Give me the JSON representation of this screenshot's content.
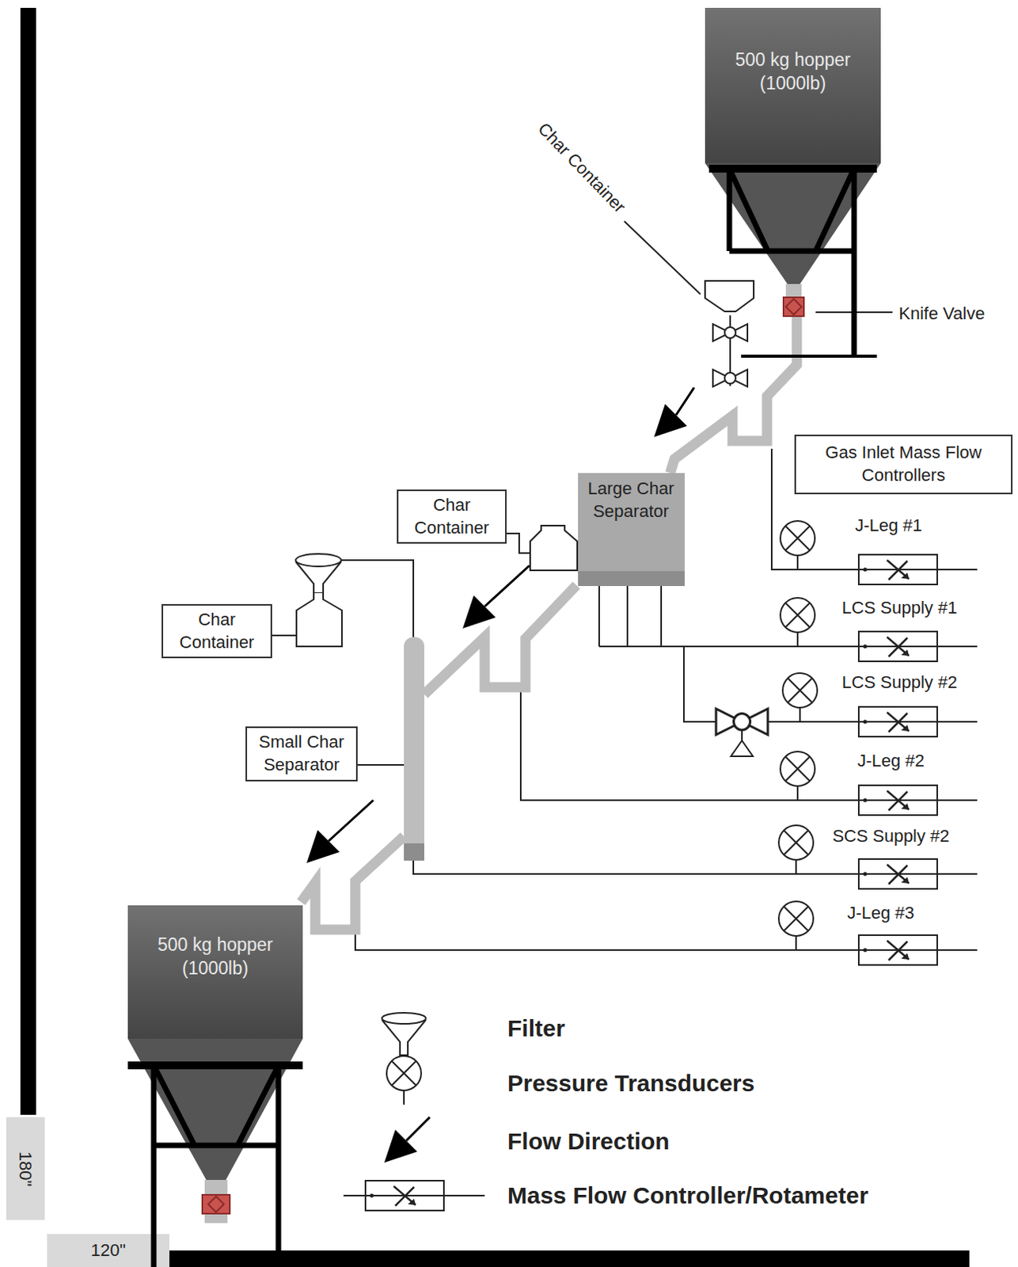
{
  "diagram": {
    "nodes": [
      {
        "text": [
          "500 kg hopper (1000lb)"
        ]
      },
      {
        "text": [
          "Gas Inlet Mass Flow Controllers"
        ]
      },
      {
        "text": [
          "Large Char Separator"
        ]
      },
      {
        "text": [
          "Char Container"
        ]
      },
      {
        "text": [
          "Char Container"
        ]
      },
      {
        "text": [
          "Small Char Separator"
        ]
      },
      {
        "text": [
          "500 kg hopper (1000lb)"
        ]
      }
    ],
    "edges": [
      {
        "from": 0,
        "to": 2,
        "arrow": "none"
      }
    ],
    "labels": [
      "Char Container",
      "Knife Valve",
      "J-Leg #1",
      "LCS Supply #1",
      "LCS Supply #2",
      "J-Leg #2",
      "SCS Supply #2",
      "J-Leg #3",
      "180\"",
      "120\""
    ],
    "legend": [
      {
        "text": "Filter"
      },
      {
        "text": "Pressure Transducers"
      },
      {
        "text": "Flow Direction"
      },
      {
        "text": "Mass Flow Controller/Rotameter"
      }
    ]
  }
}
